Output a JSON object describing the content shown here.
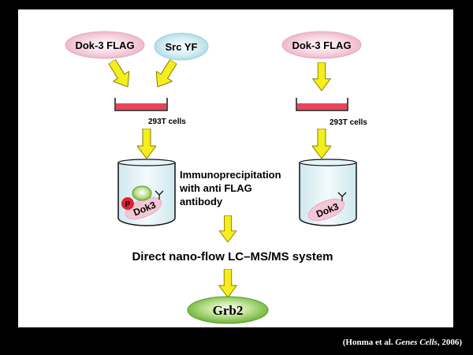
{
  "left": {
    "dok3_flag": "Dok-3 FLAG",
    "src_yf": "Src YF",
    "cells": "293T cells",
    "p_label": "P",
    "dok3_label": "Dok3"
  },
  "right": {
    "dok3_flag": "Dok-3 FLAG",
    "cells": "293T cells",
    "dok3_label": "Dok3"
  },
  "ip_text": {
    "line1": "Immunoprecipitation",
    "line2": "with anti FLAG",
    "line3": "antibody"
  },
  "system_text": "Direct nano-flow LC–MS/MS system",
  "result": "Grb2",
  "citation": {
    "prefix": "(Honma et al. ",
    "journal": "Genes Cells",
    "suffix": ", 2006)"
  },
  "colors": {
    "pink_ellipse": "#f3c7d6",
    "blue_ellipse": "#c6e8ee",
    "dish_red": "#e8455a",
    "arrow_yellow": "#f4ee1c",
    "tube_fill": "#e4f3f7",
    "grb2_green": "#7ec23a",
    "phospho_red": "#e0222e"
  }
}
